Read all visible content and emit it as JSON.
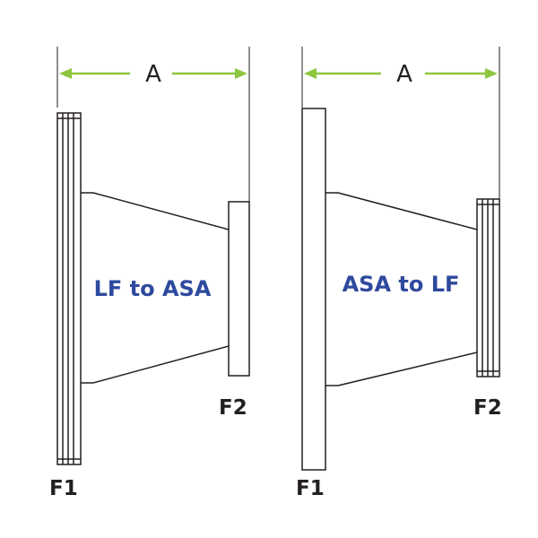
{
  "colors": {
    "dimension_arrow": "#8dc63f",
    "outline": "#231f20",
    "title_text": "#2e4a9e",
    "background": "#ffffff"
  },
  "left_adapter": {
    "title": "LF to ASA",
    "dimension_label": "A",
    "port_large": "F1",
    "port_small": "F2"
  },
  "right_adapter": {
    "title": "ASA to LF",
    "dimension_label": "A",
    "port_large": "F1",
    "port_small": "F2"
  }
}
